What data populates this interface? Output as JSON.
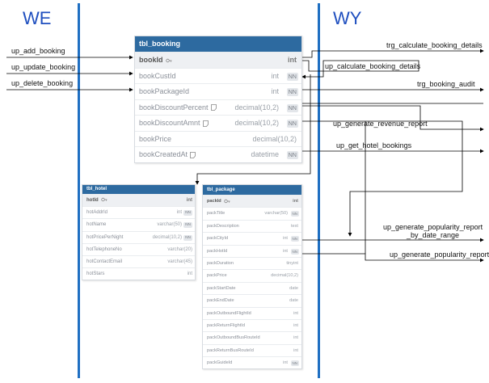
{
  "zones": {
    "left": "WE",
    "right": "WY"
  },
  "inputs": [
    "up_add_booking",
    "up_update_booking",
    "up_delete_booking"
  ],
  "outputs": [
    "trg_calculate_booking_details",
    "up_calculate_booking_details",
    "trg_booking_audit",
    "up_generate_revenue_report",
    "up_get_hotel_bookings",
    "up_generate_popularity_report",
    "_by_date_range",
    "up_generate_popularity_report"
  ],
  "booking": {
    "title": "tbl_booking",
    "columns": [
      {
        "name": "bookId",
        "type": "int",
        "nn": "",
        "pk": true,
        "icon": "key-icon"
      },
      {
        "name": "bookCustId",
        "type": "int",
        "nn": "NN"
      },
      {
        "name": "bookPackageId",
        "type": "int",
        "nn": "NN"
      },
      {
        "name": "bookDiscountPercent",
        "type": "decimal(10,2)",
        "nn": "NN",
        "icon": "note-icon"
      },
      {
        "name": "bookDiscountAmnt",
        "type": "decimal(10,2)",
        "nn": "NN",
        "icon": "note-icon"
      },
      {
        "name": "bookPrice",
        "type": "decimal(10,2)",
        "nn": ""
      },
      {
        "name": "bookCreatedAt",
        "type": "datetime",
        "nn": "NN",
        "icon": "note-icon"
      }
    ]
  },
  "hotel": {
    "title": "tbl_hotel",
    "columns": [
      {
        "name": "hotId",
        "type": "int",
        "nn": "",
        "pk": true,
        "icon": "key-icon"
      },
      {
        "name": "hotAddrId",
        "type": "int",
        "nn": "NN"
      },
      {
        "name": "hotName",
        "type": "varchar(50)",
        "nn": "NN"
      },
      {
        "name": "hotPricePerNight",
        "type": "decimal(10,2)",
        "nn": "NN"
      },
      {
        "name": "hotTelephoneNo",
        "type": "varchar(20)",
        "nn": ""
      },
      {
        "name": "hotContactEmail",
        "type": "varchar(45)",
        "nn": ""
      },
      {
        "name": "hotStars",
        "type": "int",
        "nn": ""
      }
    ]
  },
  "package": {
    "title": "tbl_package",
    "columns": [
      {
        "name": "packId",
        "type": "int",
        "nn": "",
        "pk": true,
        "icon": "key-icon"
      },
      {
        "name": "packTitle",
        "type": "varchar(50)",
        "nn": "NN"
      },
      {
        "name": "packDescription",
        "type": "text",
        "nn": ""
      },
      {
        "name": "packCityId",
        "type": "int",
        "nn": "NN"
      },
      {
        "name": "packHotId",
        "type": "int",
        "nn": "NN"
      },
      {
        "name": "packDuration",
        "type": "tinyint",
        "nn": ""
      },
      {
        "name": "packPrice",
        "type": "decimal(10,2)",
        "nn": ""
      },
      {
        "name": "packStartDate",
        "type": "date",
        "nn": ""
      },
      {
        "name": "packEndDate",
        "type": "date",
        "nn": ""
      },
      {
        "name": "packOutboundFlightId",
        "type": "int",
        "nn": ""
      },
      {
        "name": "packReturnFlightId",
        "type": "int",
        "nn": ""
      },
      {
        "name": "packOutboundBusRouteId",
        "type": "int",
        "nn": ""
      },
      {
        "name": "packReturnBusRouteId",
        "type": "int",
        "nn": ""
      },
      {
        "name": "packGuideId",
        "type": "int",
        "nn": "NN"
      }
    ]
  },
  "colors": {
    "zone_line": "#1f6fc2",
    "zone_text": "#1f4fbf",
    "table_header": "#2d6aa0",
    "wire": "#000000"
  }
}
